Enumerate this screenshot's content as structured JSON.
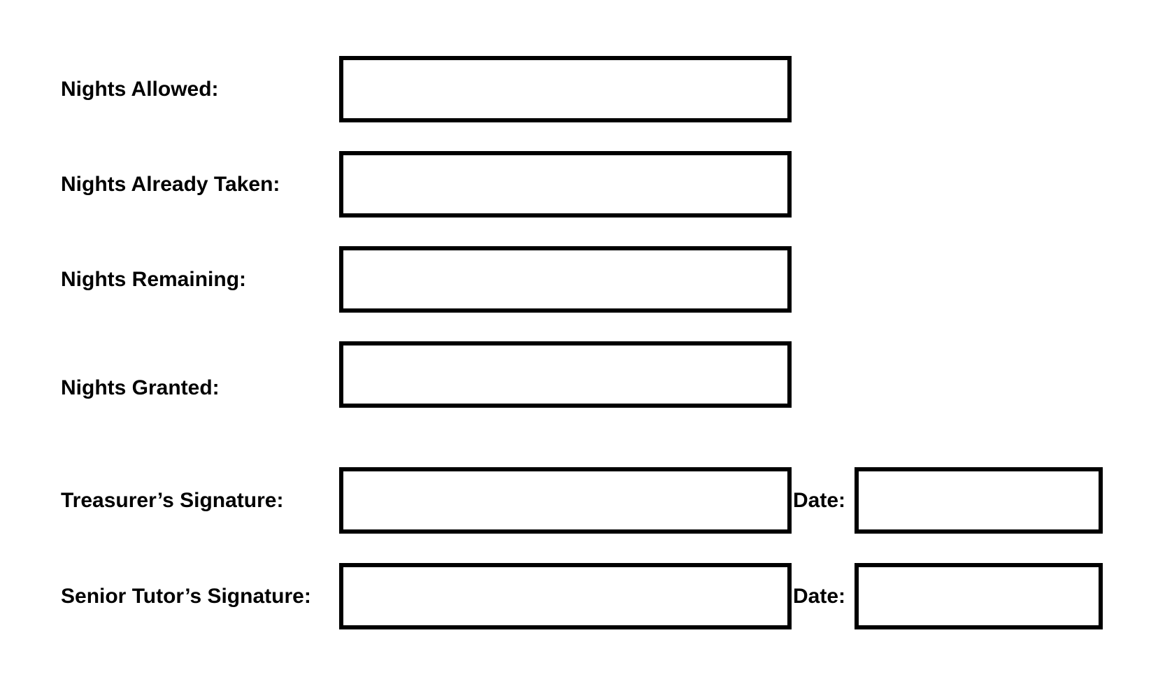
{
  "form": {
    "rows": [
      {
        "label": "Nights Allowed:"
      },
      {
        "label": "Nights Already Taken:"
      },
      {
        "label": "Nights Remaining:"
      },
      {
        "label": "Nights Granted:"
      },
      {
        "label": "Treasurer’s Signature:",
        "date_label": "Date:"
      },
      {
        "label": "Senior Tutor’s Signature:",
        "date_label": "Date:"
      }
    ]
  }
}
